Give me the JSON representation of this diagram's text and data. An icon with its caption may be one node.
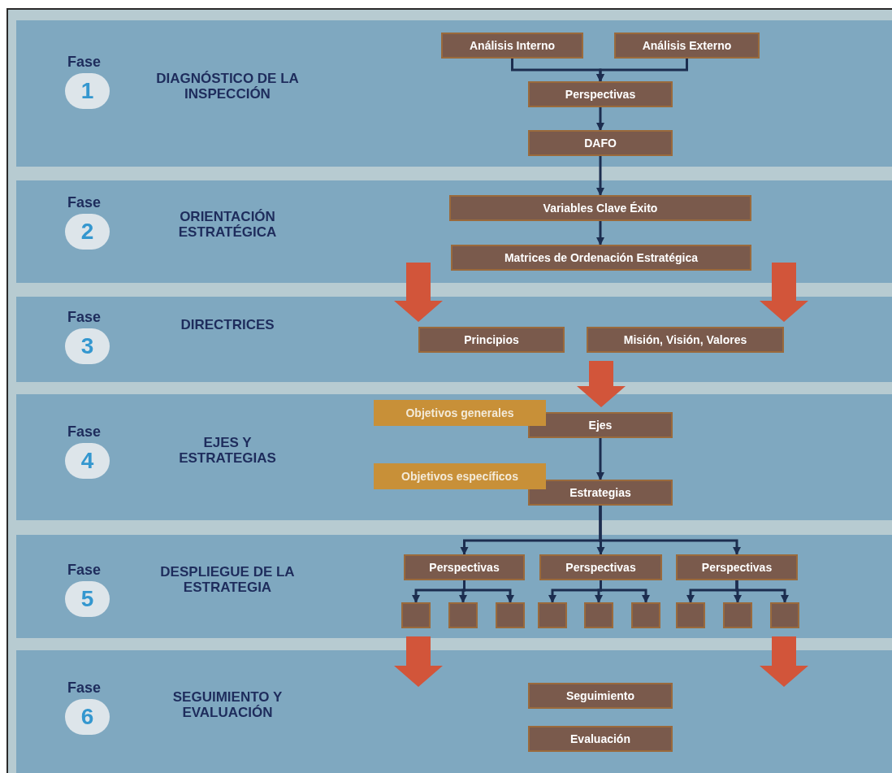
{
  "diagram": {
    "nodes": [
      {
        "text": [
          "DIAGNÓSTICO DE LA INSPECCIÓN"
        ]
      },
      {
        "text": [
          "1"
        ],
        "beside": [
          "Fase"
        ],
        "in": 0
      },
      {
        "text": [
          "Análisis Interno"
        ],
        "in": 0
      },
      {
        "text": [
          "Análisis Externo"
        ],
        "in": 0
      },
      {
        "text": [
          "Perspectivas"
        ],
        "in": 0
      },
      {
        "text": [
          "DAFO"
        ],
        "in": 0
      },
      {
        "text": [
          "ORIENTACIÓN ESTRATÉGICA"
        ]
      },
      {
        "text": [
          "2"
        ],
        "beside": [
          "Fase"
        ],
        "in": 6
      },
      {
        "text": [
          "Variables Clave Éxito"
        ],
        "in": 6
      },
      {
        "text": [
          "Matrices de Ordenación Estratégica"
        ],
        "in": 6
      },
      {
        "text": [
          "DIRECTRICES"
        ]
      },
      {
        "text": [
          "3"
        ],
        "beside": [
          "Fase"
        ],
        "in": 10
      },
      {
        "text": [
          "Principios"
        ],
        "in": 10
      },
      {
        "text": [
          "Misión, Visión, Valores"
        ],
        "in": 10
      },
      {
        "text": [
          "EJES Y ESTRATEGIAS"
        ]
      },
      {
        "text": [
          "4"
        ],
        "beside": [
          "Fase"
        ],
        "in": 14
      },
      {
        "text": [
          "Objetivos generales"
        ],
        "in": 14
      },
      {
        "text": [
          "Ejes"
        ],
        "in": 14
      },
      {
        "text": [
          "Objetivos específicos"
        ],
        "in": 14
      },
      {
        "text": [
          "Estrategias"
        ],
        "in": 14
      },
      {
        "text": [
          "DESPLIEGUE DE LA ESTRATEGIA"
        ]
      },
      {
        "text": [
          "5"
        ],
        "beside": [
          "Fase"
        ],
        "in": 20
      },
      {
        "text": [
          "Perspectivas"
        ],
        "in": 20
      },
      {
        "text": [
          "Perspectivas"
        ],
        "in": 20
      },
      {
        "text": [
          "Perspectivas"
        ],
        "in": 20
      },
      {
        "text": [],
        "shape": "box",
        "in": 20
      },
      {
        "text": [],
        "shape": "box",
        "in": 20
      },
      {
        "text": [],
        "shape": "box",
        "in": 20
      },
      {
        "text": [],
        "shape": "box",
        "in": 20
      },
      {
        "text": [],
        "shape": "box",
        "in": 20
      },
      {
        "text": [],
        "shape": "box",
        "in": 20
      },
      {
        "text": [],
        "shape": "box",
        "in": 20
      },
      {
        "text": [],
        "shape": "box",
        "in": 20
      },
      {
        "text": [],
        "shape": "box",
        "in": 20
      },
      {
        "text": [
          "SEGUIMIENTO Y EVALUACIÓN"
        ]
      },
      {
        "text": [
          "6"
        ],
        "beside": [
          "Fase"
        ],
        "in": 34
      },
      {
        "text": [
          "Seguimiento"
        ],
        "in": 34
      },
      {
        "text": [
          "Evaluación"
        ],
        "in": 34
      }
    ],
    "edges": [
      {
        "from": 2,
        "to": 4,
        "arrow": "to"
      },
      {
        "from": 3,
        "to": 4,
        "arrow": "to"
      },
      {
        "from": 4,
        "to": 5,
        "arrow": "to"
      },
      {
        "from": 5,
        "to": 8,
        "arrow": "to"
      },
      {
        "from": 8,
        "to": 9,
        "arrow": "to"
      },
      {
        "from": 9,
        "to": 12,
        "arrow": "to",
        "style": "thick",
        "color": "#d2553a"
      },
      {
        "from": 9,
        "to": 13,
        "arrow": "to",
        "style": "thick",
        "color": "#d2553a"
      },
      {
        "from": 12,
        "to": 17,
        "arrow": "to",
        "style": "thick",
        "color": "#d2553a"
      },
      {
        "from": 13,
        "to": 17,
        "arrow": "to",
        "style": "thick",
        "color": "#d2553a"
      },
      {
        "from": 17,
        "to": 19,
        "arrow": "to"
      },
      {
        "from": 19,
        "to": 22,
        "arrow": "to"
      },
      {
        "from": 19,
        "to": 23,
        "arrow": "to"
      },
      {
        "from": 19,
        "to": 24,
        "arrow": "to"
      },
      {
        "from": 22,
        "to": 25,
        "arrow": "to"
      },
      {
        "from": 22,
        "to": 26,
        "arrow": "to"
      },
      {
        "from": 22,
        "to": 27,
        "arrow": "to"
      },
      {
        "from": 23,
        "to": 28,
        "arrow": "to"
      },
      {
        "from": 23,
        "to": 29,
        "arrow": "to"
      },
      {
        "from": 23,
        "to": 30,
        "arrow": "to"
      },
      {
        "from": 24,
        "to": 31,
        "arrow": "to"
      },
      {
        "from": 24,
        "to": 32,
        "arrow": "to"
      },
      {
        "from": 24,
        "to": 33,
        "arrow": "to"
      },
      {
        "from": 25,
        "to": null,
        "arrow": "to",
        "style": "thick",
        "color": "#d2553a"
      },
      {
        "from": 33,
        "to": null,
        "arrow": "to",
        "style": "thick",
        "color": "#d2553a"
      }
    ]
  }
}
